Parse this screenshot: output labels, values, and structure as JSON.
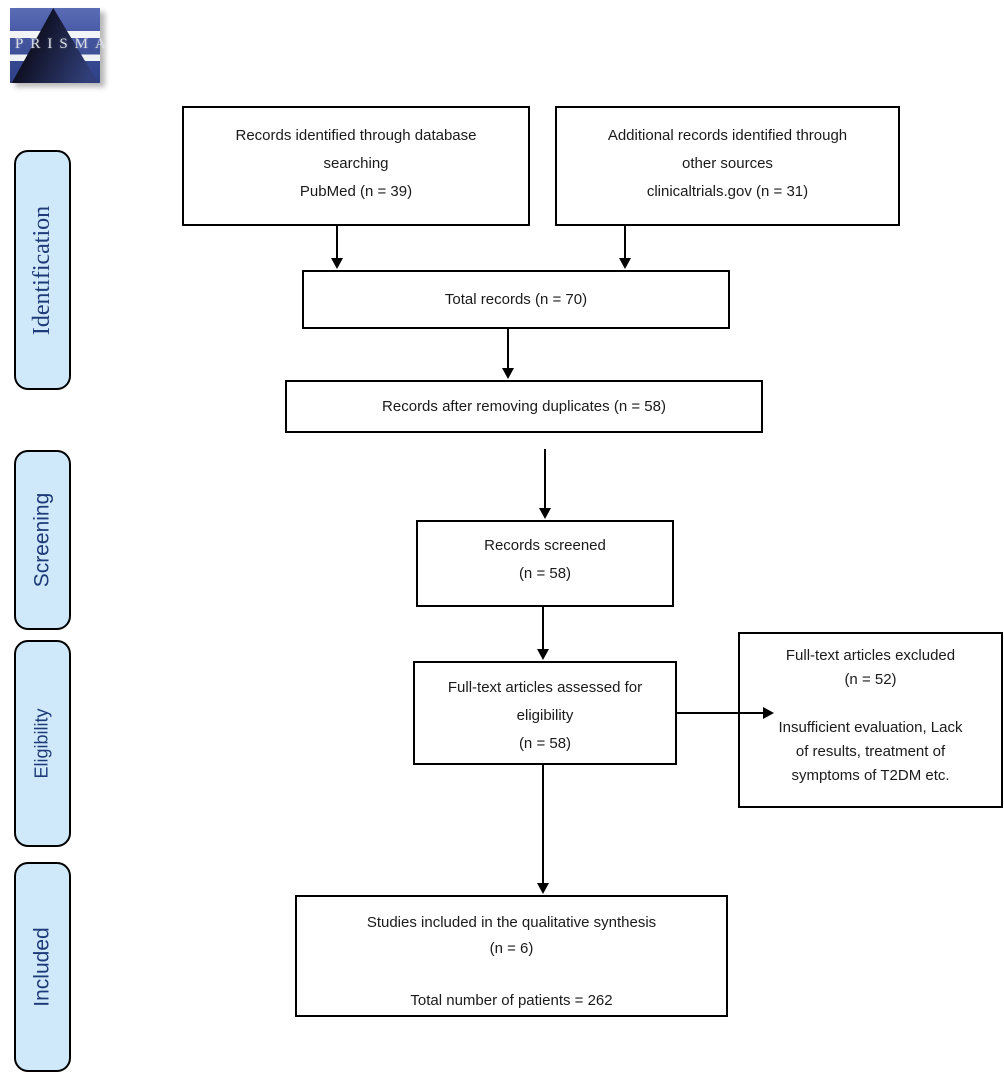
{
  "logo": {
    "text": "PRISMA",
    "square_color": "#44569f",
    "triangle_color": "#15152a",
    "text_color": "#d9dce6"
  },
  "sidebar": {
    "fill_color": "#cfe8fa",
    "border_color": "#000000",
    "text_color": "#1e3a78",
    "stages": [
      {
        "label": "Identification"
      },
      {
        "label": "Screening"
      },
      {
        "label": "Eligibility"
      },
      {
        "label": "Included"
      }
    ]
  },
  "flowchart": {
    "box_border_color": "#000000",
    "box_fill_color": "#ffffff",
    "boxes": {
      "identified": {
        "lines": [
          "Records identified through database",
          "searching",
          "PubMed (n = 39)"
        ]
      },
      "additional": {
        "lines": [
          "Additional records identified through",
          "other sources",
          "clinicaltrials.gov (n = 31)"
        ]
      },
      "total": {
        "lines": [
          "Total records (n = 70)"
        ]
      },
      "dedup": {
        "lines": [
          "Records after removing duplicates (n = 58)"
        ]
      },
      "screened": {
        "lines": [
          "Records screened",
          "(n = 58)"
        ]
      },
      "fulltext": {
        "lines": [
          "Full-text articles assessed for",
          "eligibility",
          "(n = 58)"
        ]
      },
      "excluded": {
        "lines": [
          "Full-text articles excluded",
          "(n = 52)",
          "",
          "Insufficient evaluation, Lack",
          "of results, treatment of",
          "symptoms of T2DM etc."
        ]
      },
      "included": {
        "lines": [
          "Studies included in the qualitative synthesis",
          "(n = 6)",
          "",
          "Total number of patients = 262"
        ]
      }
    },
    "counts": {
      "pubmed": 39,
      "clinicaltrials": 31,
      "total_records": 70,
      "after_duplicates": 58,
      "screened": 58,
      "fulltext_assessed": 58,
      "fulltext_excluded": 52,
      "studies_included": 6,
      "total_patients": 262
    }
  }
}
